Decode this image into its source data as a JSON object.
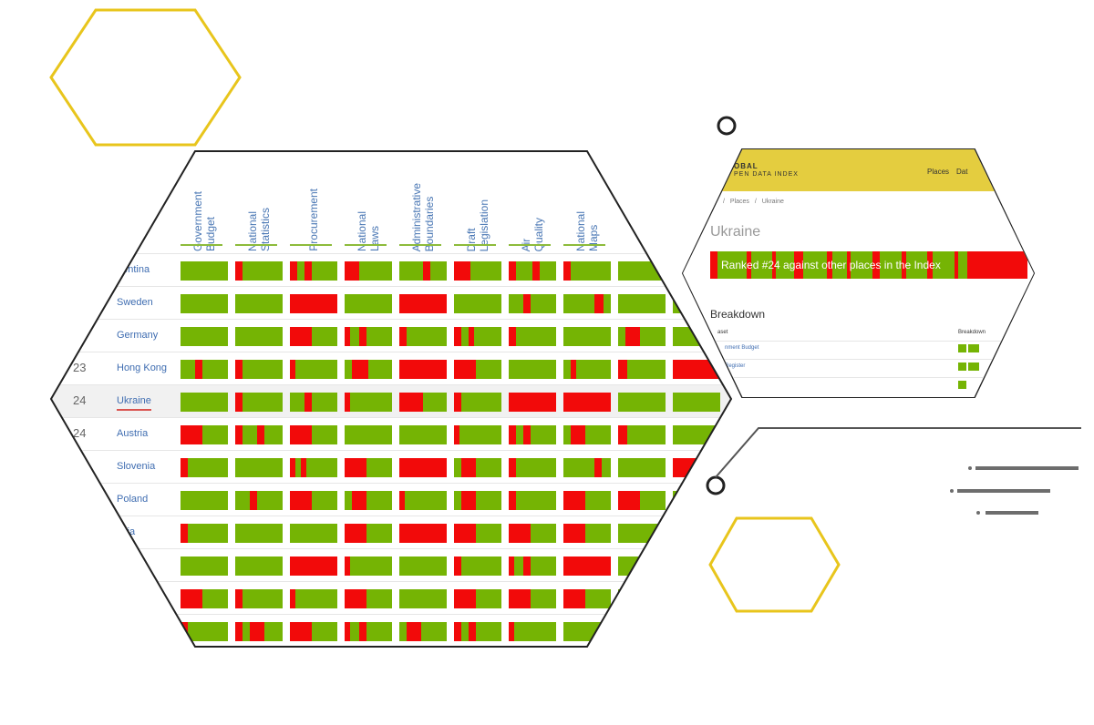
{
  "colors": {
    "green": "#75b404",
    "red": "#f20a0a",
    "hex_outline_yellow": "#e8c51c",
    "hex_outline_dark": "#222222",
    "link_blue": "#3f6db1"
  },
  "table": {
    "columns": [
      {
        "label": "Government\nBudget"
      },
      {
        "label": "National\nStatistics"
      },
      {
        "label": "Procurement"
      },
      {
        "label": "National\nLaws"
      },
      {
        "label": "Administrative\nBoundaries"
      },
      {
        "label": "Draft\nLegislation"
      },
      {
        "label": "Air\nQuality"
      },
      {
        "label": "National\nMaps"
      }
    ],
    "rows": [
      {
        "rank": "",
        "country": "gentina"
      },
      {
        "rank": "",
        "country": "Sweden"
      },
      {
        "rank": "",
        "country": "Germany"
      },
      {
        "rank": "23",
        "country": "Hong Kong"
      },
      {
        "rank": "24",
        "country": "Ukraine"
      },
      {
        "rank": "24",
        "country": "Austria"
      },
      {
        "rank": "",
        "country": "Slovenia"
      },
      {
        "rank": "",
        "country": "Poland"
      },
      {
        "rank": "",
        "country": "akia"
      },
      {
        "rank": "",
        "country": ""
      },
      {
        "rank": "",
        "country": ""
      },
      {
        "rank": "",
        "country": ""
      }
    ]
  },
  "place_page": {
    "brand_line1": "OBAL",
    "brand_line2": "PEN DATA INDEX",
    "nav_places": "Places",
    "nav_data": "Dat",
    "breadcrumb": [
      "/",
      "Places",
      "/",
      "Ukraine"
    ],
    "title": "Ukraine",
    "rank_text": "Ranked #24 against other places in the Index",
    "breakdown_title": "Breakdown",
    "col_dataset": "aset",
    "col_breakdown": "Breakdown",
    "datasets": [
      "nment Budget",
      "Register"
    ]
  }
}
